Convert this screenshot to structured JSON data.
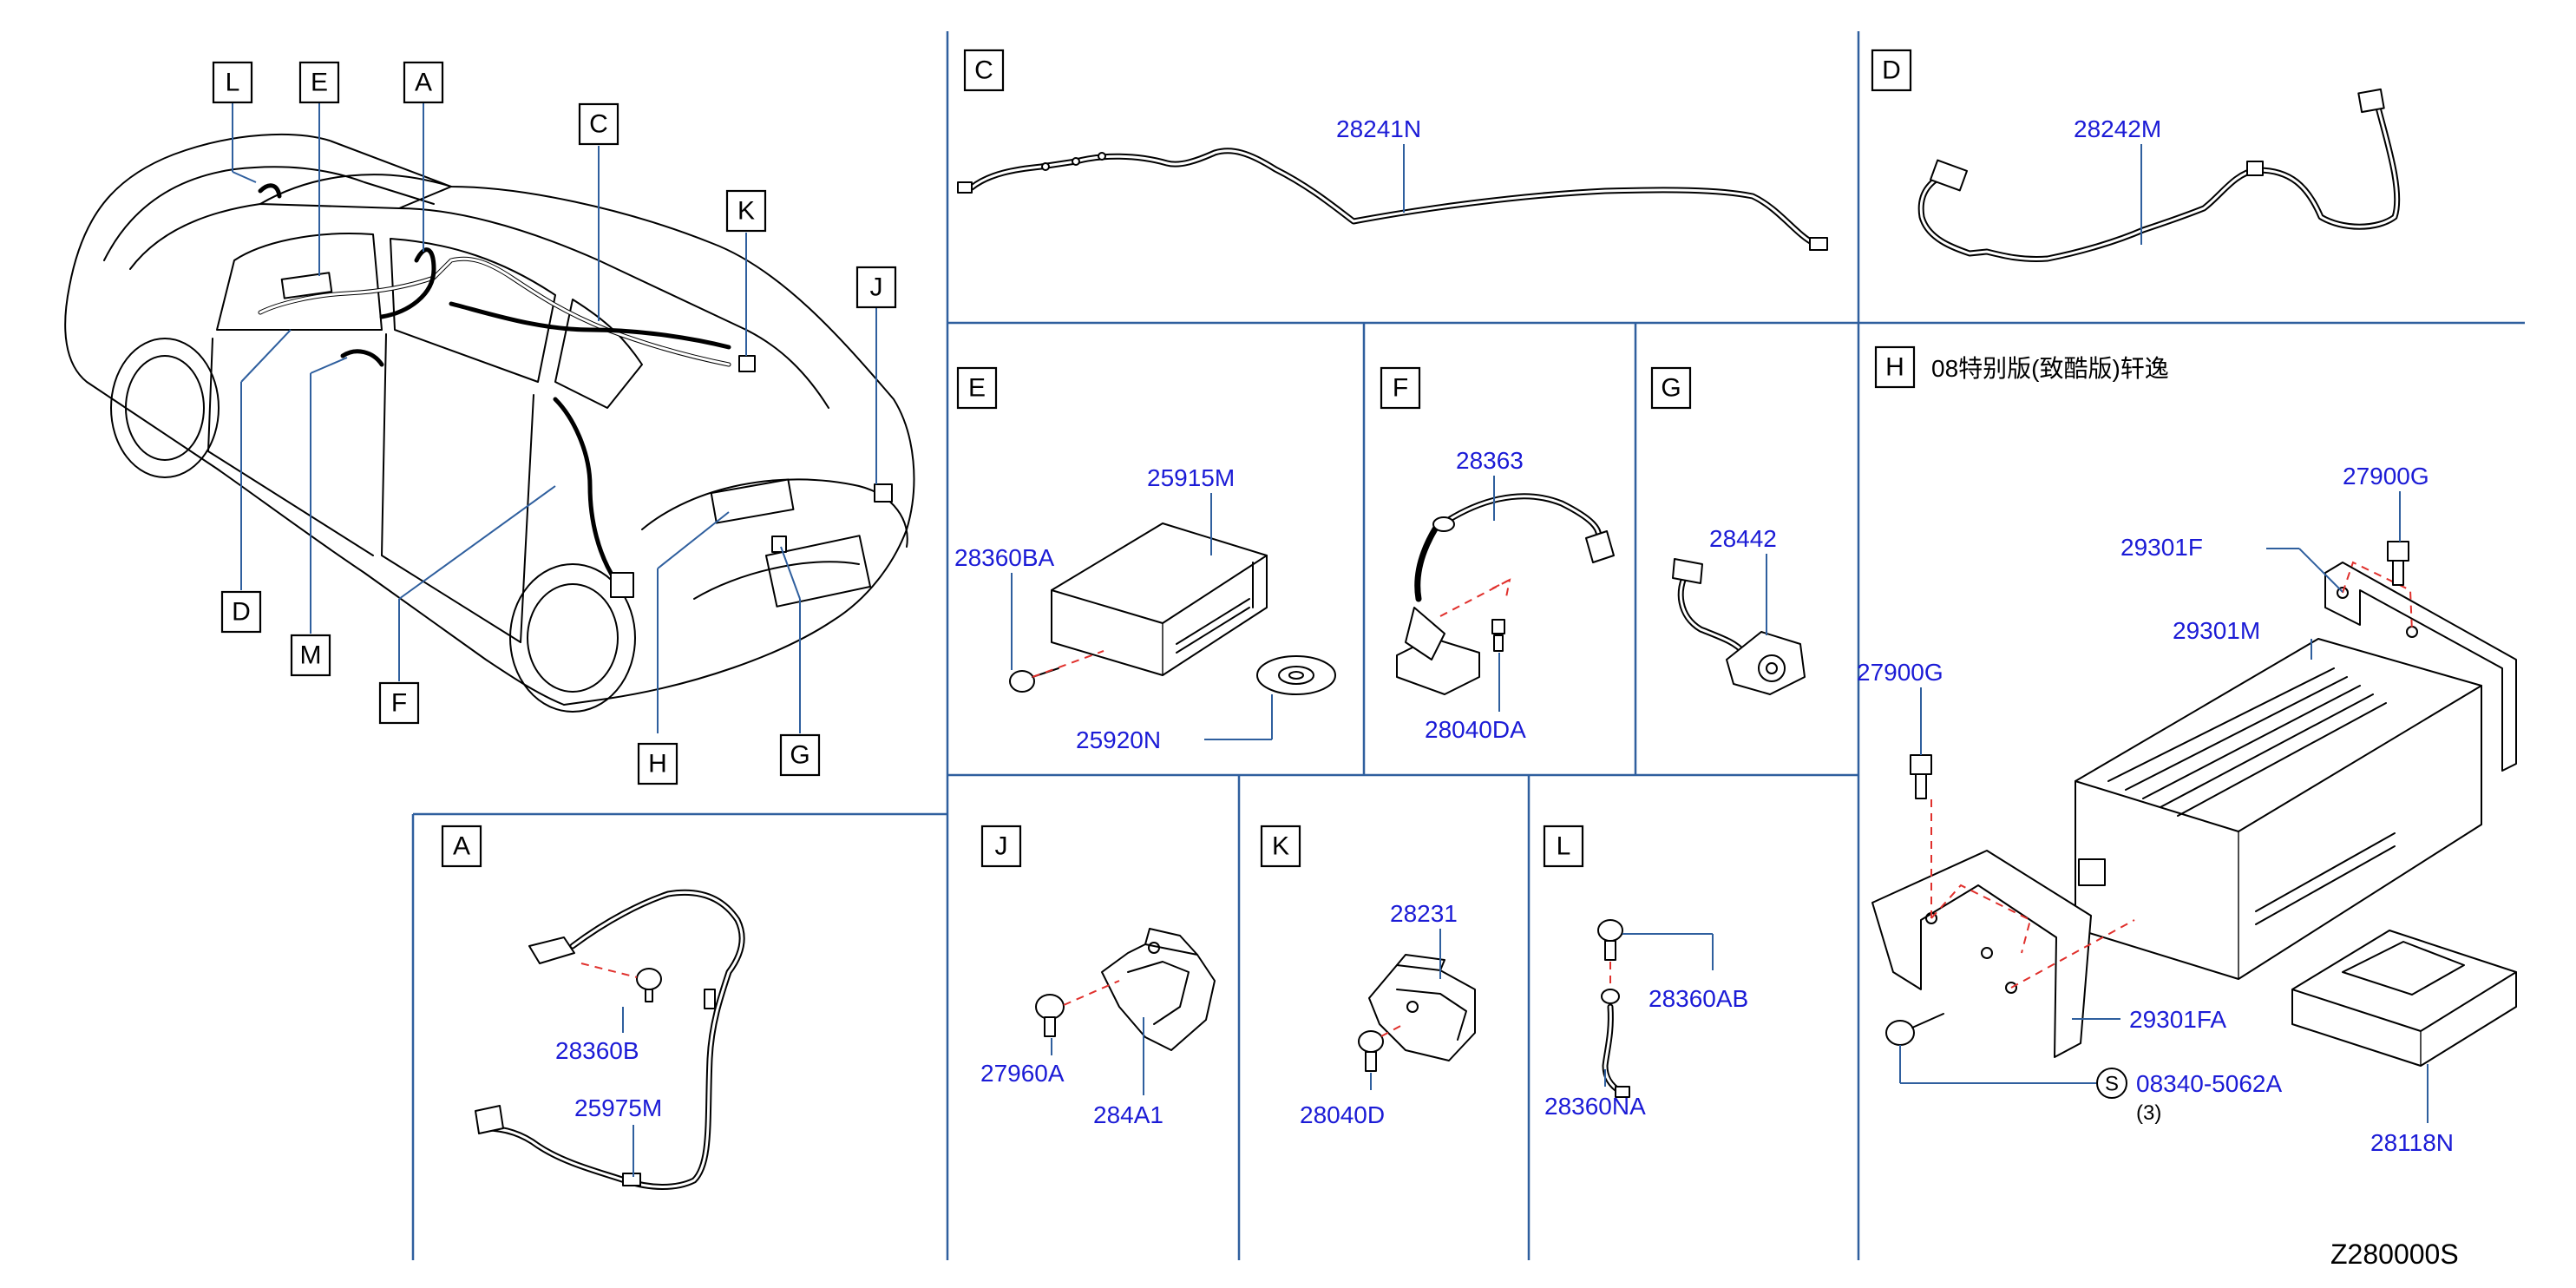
{
  "diagram_id": "Z280000S",
  "panels": {
    "overview": {
      "callouts": [
        "L",
        "E",
        "A",
        "C",
        "K",
        "J",
        "D",
        "M",
        "F",
        "H",
        "G"
      ]
    },
    "C": {
      "label": "C",
      "parts": [
        "28241N"
      ]
    },
    "D": {
      "label": "D",
      "parts": [
        "28242M"
      ]
    },
    "E": {
      "label": "E",
      "parts": [
        "25915M",
        "28360BA",
        "25920N"
      ]
    },
    "F": {
      "label": "F",
      "parts": [
        "28363",
        "28040DA"
      ]
    },
    "G": {
      "label": "G",
      "parts": [
        "28442"
      ]
    },
    "H": {
      "label": "H",
      "title": "08特别版(致酷版)轩逸",
      "parts": [
        "27900G",
        "29301F",
        "29301M",
        "27900G",
        "29301FA",
        "08340-5062A",
        "28118N"
      ],
      "screw_symbol": "S",
      "screw_qty": "(3)"
    },
    "A": {
      "label": "A",
      "parts": [
        "28360B",
        "25975M"
      ]
    },
    "J": {
      "label": "J",
      "parts": [
        "27960A",
        "284A1"
      ]
    },
    "K": {
      "label": "K",
      "parts": [
        "28231",
        "28040D"
      ]
    },
    "L": {
      "label": "L",
      "parts": [
        "28360AB",
        "28360NA"
      ]
    }
  },
  "colors": {
    "part_number": "#1b1bd6",
    "leader_line": "#2f5f9e",
    "dashed_alignment": "#e0302c",
    "outline": "#000000"
  }
}
